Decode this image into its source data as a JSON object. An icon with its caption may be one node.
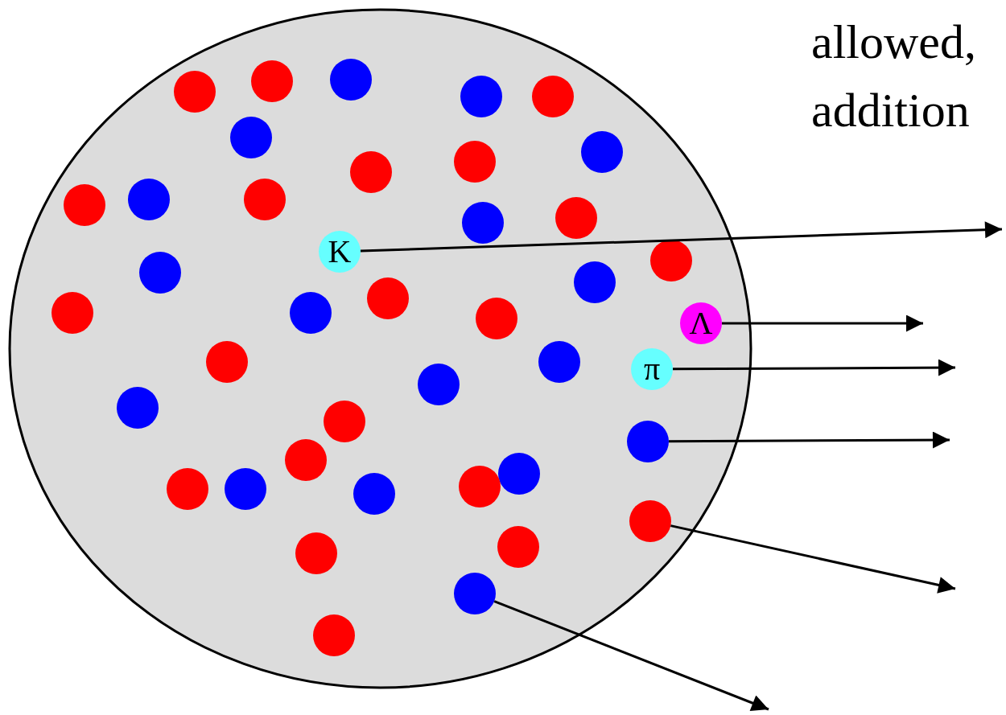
{
  "diagram": {
    "nodes": [
      {
        "text": [],
        "shape": "ellipse"
      },
      {
        "text": [],
        "shape": "circle",
        "in": 0
      },
      {
        "text": [],
        "shape": "circle",
        "in": 0
      },
      {
        "text": [],
        "shape": "circle",
        "in": 0
      },
      {
        "text": [],
        "shape": "circle",
        "in": 0
      },
      {
        "text": [],
        "shape": "circle",
        "in": 0
      },
      {
        "text": [],
        "shape": "circle",
        "in": 0
      },
      {
        "text": [],
        "shape": "circle",
        "in": 0
      },
      {
        "text": [],
        "shape": "circle",
        "in": 0
      },
      {
        "text": [],
        "shape": "circle",
        "in": 0
      },
      {
        "text": [],
        "shape": "circle",
        "in": 0
      },
      {
        "text": [],
        "shape": "circle",
        "in": 0
      },
      {
        "text": [],
        "shape": "circle",
        "in": 0
      },
      {
        "text": [],
        "shape": "circle",
        "in": 0
      },
      {
        "text": [],
        "shape": "circle",
        "in": 0
      },
      {
        "text": [
          "K"
        ],
        "in": 0
      },
      {
        "text": [],
        "shape": "circle",
        "in": 0
      },
      {
        "text": [],
        "shape": "circle",
        "in": 0
      },
      {
        "text": [],
        "shape": "circle",
        "in": 0
      },
      {
        "text": [],
        "shape": "circle",
        "in": 0
      },
      {
        "text": [],
        "shape": "circle",
        "in": 0
      },
      {
        "text": [],
        "shape": "circle",
        "in": 0
      },
      {
        "text": [],
        "shape": "circle",
        "in": 0
      },
      {
        "text": [
          "Λ"
        ],
        "in": 0
      },
      {
        "text": [],
        "shape": "circle",
        "in": 0
      },
      {
        "text": [],
        "shape": "circle",
        "in": 0
      },
      {
        "text": [
          "π"
        ],
        "in": 0
      },
      {
        "text": [],
        "shape": "circle",
        "in": 0
      },
      {
        "text": [],
        "shape": "circle",
        "in": 0
      },
      {
        "text": [],
        "shape": "circle",
        "in": 0
      },
      {
        "text": [],
        "shape": "circle",
        "in": 0
      },
      {
        "text": [],
        "shape": "circle",
        "in": 0
      },
      {
        "text": [],
        "shape": "circle",
        "in": 0
      },
      {
        "text": [],
        "shape": "circle",
        "in": 0
      },
      {
        "text": [],
        "shape": "circle",
        "in": 0
      },
      {
        "text": [],
        "shape": "circle",
        "in": 0
      },
      {
        "text": [],
        "shape": "circle",
        "in": 0
      },
      {
        "text": [],
        "shape": "circle",
        "in": 0
      },
      {
        "text": [],
        "shape": "circle",
        "in": 0
      },
      {
        "text": [],
        "shape": "circle",
        "in": 0
      },
      {
        "text": [],
        "shape": "circle",
        "in": 0
      },
      {
        "text": [],
        "shape": "circle",
        "in": 0
      }
    ],
    "edges": [
      {
        "from": 15,
        "to": null,
        "arrow": "to"
      },
      {
        "from": 23,
        "to": null,
        "arrow": "to"
      },
      {
        "from": 26,
        "to": null,
        "arrow": "to"
      },
      {
        "from": 32,
        "to": null,
        "arrow": "to"
      },
      {
        "from": 38,
        "to": null,
        "arrow": "to"
      },
      {
        "from": 40,
        "to": null,
        "arrow": "to"
      }
    ],
    "labels": [
      "allowed,",
      "addition"
    ]
  }
}
